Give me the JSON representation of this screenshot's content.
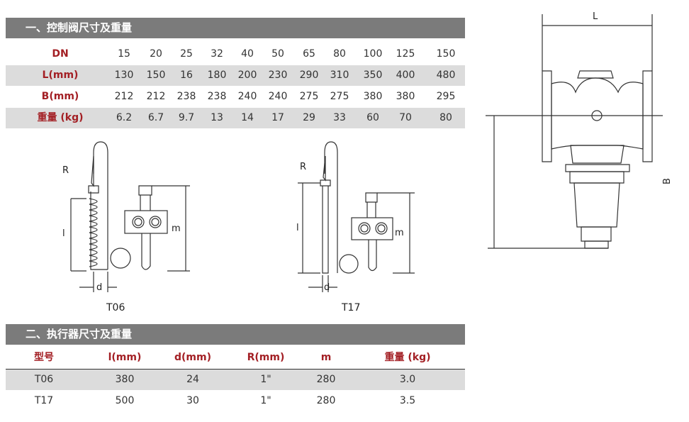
{
  "section1": {
    "title": "一、控制阀尺寸及重量",
    "rows": [
      {
        "label": "DN",
        "values": [
          "15",
          "20",
          "25",
          "32",
          "40",
          "50",
          "65",
          "80",
          "100",
          "125",
          "150"
        ]
      },
      {
        "label": "L(mm)",
        "values": [
          "130",
          "150",
          "16",
          "180",
          "200",
          "230",
          "290",
          "310",
          "350",
          "400",
          "480"
        ]
      },
      {
        "label": "B(mm)",
        "values": [
          "212",
          "212",
          "238",
          "238",
          "240",
          "240",
          "275",
          "275",
          "380",
          "380",
          "295"
        ]
      },
      {
        "label": "重量 (kg)",
        "values": [
          "6.2",
          "6.7",
          "9.7",
          "13",
          "14",
          "17",
          "29",
          "33",
          "60",
          "70",
          "80"
        ]
      }
    ]
  },
  "section2": {
    "title": "二、执行器尺寸及重量",
    "headers": [
      "型号",
      "l(mm)",
      "d(mm)",
      "R(mm)",
      "m",
      "重量 (kg)"
    ],
    "rows": [
      [
        "T06",
        "380",
        "24",
        "1\"",
        "280",
        "3.0"
      ],
      [
        "T17",
        "500",
        "30",
        "1\"",
        "280",
        "3.5"
      ]
    ]
  },
  "diagrams": {
    "t06": {
      "caption": "T06",
      "r": "R",
      "l": "l",
      "d": "d",
      "m": "m"
    },
    "t17": {
      "caption": "T17",
      "r": "R",
      "l": "l",
      "d": "d",
      "m": "m"
    },
    "valve": {
      "l": "L",
      "b": "B"
    }
  }
}
